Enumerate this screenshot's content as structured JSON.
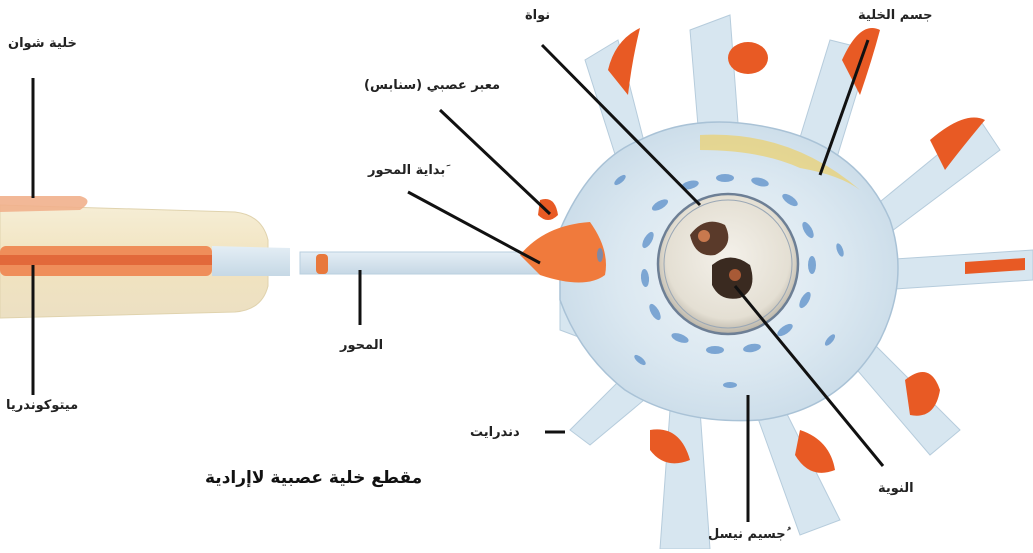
{
  "title": "مقطع خلية عصبية لاإرادية",
  "labels": {
    "schwann_cell": "خلية شوان",
    "mitochondria": "ميتوكوندريا",
    "axon": "المحور",
    "axon_hillock": "َبداية المحور",
    "synapse": "معبر عصبي (سنابس)",
    "nucleus": "نواة",
    "cell_body": "جسم الخلية",
    "nucleolus": "النوية",
    "nissl_body": "ُجسيم نيسل",
    "dendrite": "دندرايت"
  },
  "colors": {
    "cytoplasm": "#d7e6f0",
    "nissl": "#5b8fc9",
    "axon_orange": "#f07a3c",
    "dendrite_tip": "#e85a24",
    "golgi_yellow": "#e8d27a",
    "myelin": "#f1e6c4",
    "leader": "#111111"
  }
}
